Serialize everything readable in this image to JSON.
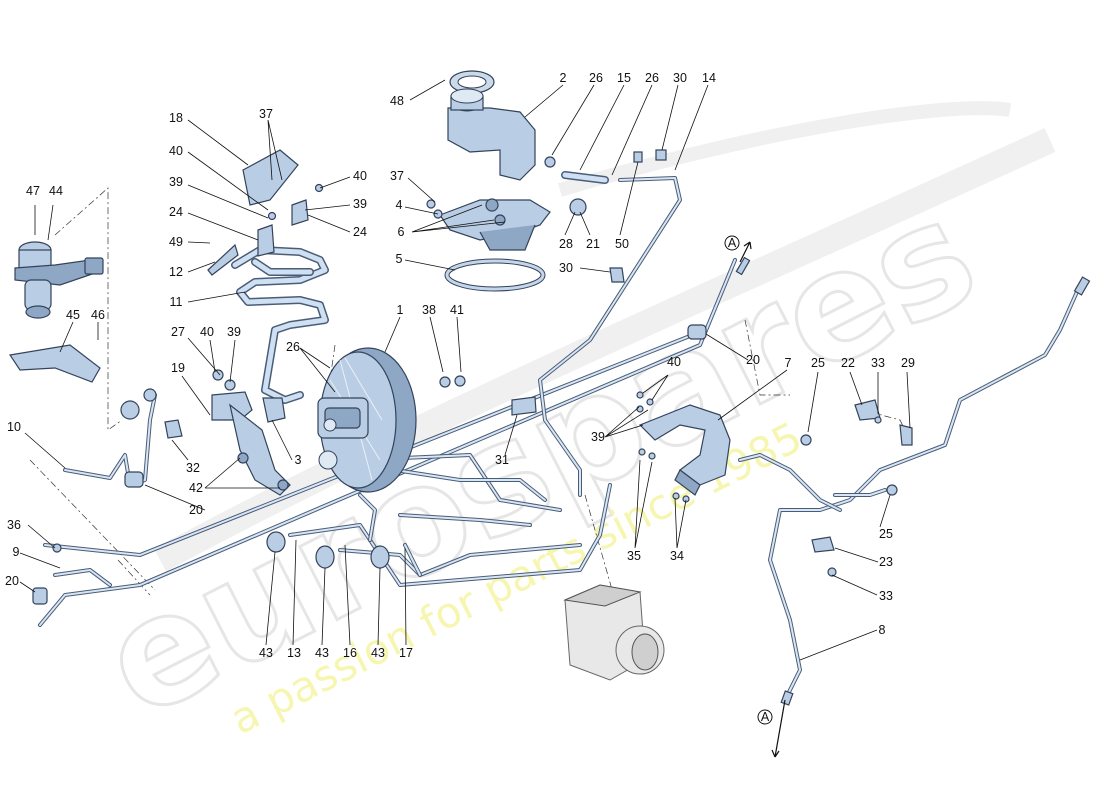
{
  "diagram": {
    "watermark": {
      "brand": "eurospares",
      "tagline": "a passion for parts since 1985"
    },
    "arrow_marker": "A",
    "callouts": [
      {
        "id": "c2",
        "text": "2"
      },
      {
        "id": "c26a",
        "text": "26"
      },
      {
        "id": "c15",
        "text": "15"
      },
      {
        "id": "c26b",
        "text": "26"
      },
      {
        "id": "c30a",
        "text": "30"
      },
      {
        "id": "c14",
        "text": "14"
      },
      {
        "id": "c48",
        "text": "48"
      },
      {
        "id": "c18",
        "text": "18"
      },
      {
        "id": "c37a",
        "text": "37"
      },
      {
        "id": "c40a",
        "text": "40"
      },
      {
        "id": "c40b",
        "text": "40"
      },
      {
        "id": "c39a",
        "text": "39"
      },
      {
        "id": "c39b",
        "text": "39"
      },
      {
        "id": "c37b",
        "text": "37"
      },
      {
        "id": "c4",
        "text": "4"
      },
      {
        "id": "c6",
        "text": "6"
      },
      {
        "id": "c28",
        "text": "28"
      },
      {
        "id": "c21",
        "text": "21"
      },
      {
        "id": "c50",
        "text": "50"
      },
      {
        "id": "c24a",
        "text": "24"
      },
      {
        "id": "c24b",
        "text": "24"
      },
      {
        "id": "c49",
        "text": "49"
      },
      {
        "id": "c12",
        "text": "12"
      },
      {
        "id": "c5",
        "text": "5"
      },
      {
        "id": "c30b",
        "text": "30"
      },
      {
        "id": "c47",
        "text": "47"
      },
      {
        "id": "c44",
        "text": "44"
      },
      {
        "id": "c11",
        "text": "11"
      },
      {
        "id": "c45",
        "text": "45"
      },
      {
        "id": "c46",
        "text": "46"
      },
      {
        "id": "c1",
        "text": "1"
      },
      {
        "id": "c38",
        "text": "38"
      },
      {
        "id": "c41",
        "text": "41"
      },
      {
        "id": "c20a",
        "text": "20"
      },
      {
        "id": "c27",
        "text": "27"
      },
      {
        "id": "c40c",
        "text": "40"
      },
      {
        "id": "c39c",
        "text": "39"
      },
      {
        "id": "c26c",
        "text": "26"
      },
      {
        "id": "c7",
        "text": "7"
      },
      {
        "id": "c25a",
        "text": "25"
      },
      {
        "id": "c22",
        "text": "22"
      },
      {
        "id": "c33a",
        "text": "33"
      },
      {
        "id": "c29",
        "text": "29"
      },
      {
        "id": "c19",
        "text": "19"
      },
      {
        "id": "c40d",
        "text": "40"
      },
      {
        "id": "c39d",
        "text": "39"
      },
      {
        "id": "c32",
        "text": "32"
      },
      {
        "id": "c3",
        "text": "3"
      },
      {
        "id": "c31",
        "text": "31"
      },
      {
        "id": "c10",
        "text": "10"
      },
      {
        "id": "c42",
        "text": "42"
      },
      {
        "id": "c20b",
        "text": "20"
      },
      {
        "id": "c25b",
        "text": "25"
      },
      {
        "id": "c23",
        "text": "23"
      },
      {
        "id": "c36",
        "text": "36"
      },
      {
        "id": "c9",
        "text": "9"
      },
      {
        "id": "c35",
        "text": "35"
      },
      {
        "id": "c34",
        "text": "34"
      },
      {
        "id": "c33b",
        "text": "33"
      },
      {
        "id": "c20c",
        "text": "20"
      },
      {
        "id": "c8",
        "text": "8"
      },
      {
        "id": "c43a",
        "text": "43"
      },
      {
        "id": "c13",
        "text": "13"
      },
      {
        "id": "c43b",
        "text": "43"
      },
      {
        "id": "c16",
        "text": "16"
      },
      {
        "id": "c43c",
        "text": "43"
      },
      {
        "id": "c17",
        "text": "17"
      }
    ]
  }
}
